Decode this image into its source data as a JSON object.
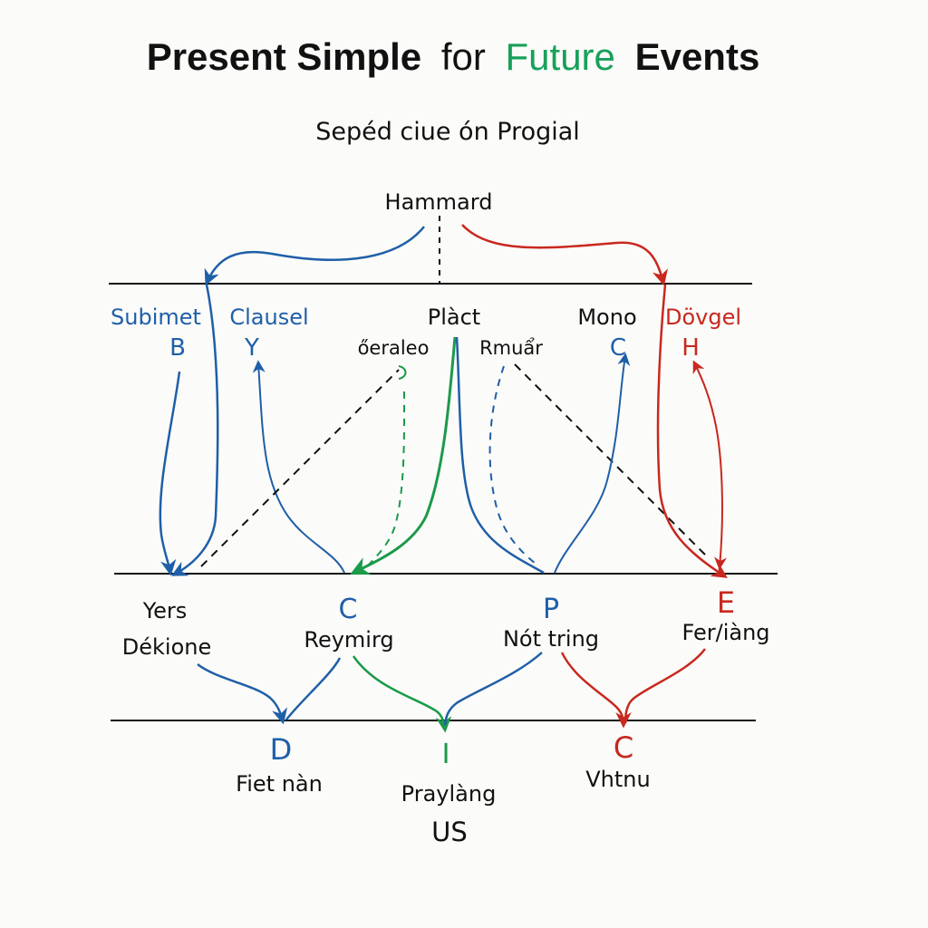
{
  "title": {
    "part1": "Present Simple",
    "part2": "for",
    "part3": "Future",
    "part4": "Events"
  },
  "subtitle": "Sepéd ciue ón Progial",
  "colors": {
    "blue": "#1f5fa8",
    "red": "#c8281e",
    "green": "#1b9a4a",
    "black": "#111111"
  },
  "top": {
    "label": "Hammard"
  },
  "row1": {
    "subimet": "Subimet",
    "subimet_letter": "B",
    "clausel": "Clausel",
    "clausel_letter": "Y",
    "plact": "Plàct",
    "oeraleo": "őeraleo",
    "rmuar": "Rmuẩr",
    "mono": "Mono",
    "mono_letter": "C",
    "dovgel": "Dövgel",
    "dovgel_letter": "H"
  },
  "row2": {
    "yers": "Yers",
    "dekione": "Dékione",
    "c_letter": "C",
    "reymirg": "Reymirg",
    "p_letter": "P",
    "not_tring": "Nót  tring",
    "e_letter": "E",
    "ferlang": "Fer/iàng"
  },
  "row3": {
    "d_letter": "D",
    "fiet_nan": "Fiet nàn",
    "i_letter": "I",
    "praylang": "Praylàng",
    "us": "US",
    "c_letter": "C",
    "vhtnu": "Vhtnu"
  }
}
